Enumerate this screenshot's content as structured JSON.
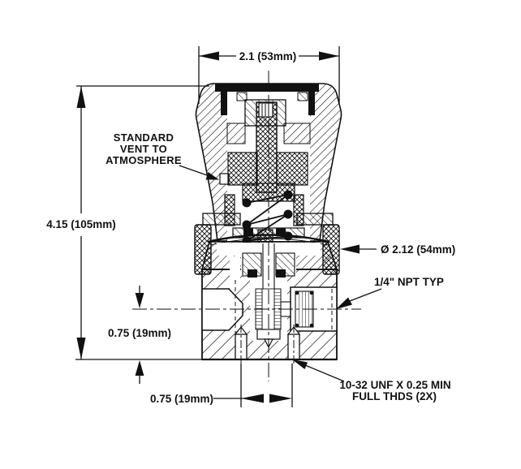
{
  "drawing": {
    "title": "pressure-regulator-cross-section",
    "line_color": "#111111",
    "background_color": "#ffffff"
  },
  "dimensions": {
    "width": "2.1 (53mm)",
    "height": "4.15 (105mm)",
    "diameter": "Ø 2.12 (54mm)",
    "port_height": "0.75 (19mm)",
    "hole_spacing": "0.75 (19mm)"
  },
  "annotations": {
    "vent_line1": "STANDARD",
    "vent_line2": "VENT TO",
    "vent_line3": "ATMOSPHERE",
    "npt": "1/4\" NPT TYP",
    "thread_line1": "10-32 UNF X 0.25 MIN",
    "thread_line2": "FULL THDS (2X)"
  }
}
